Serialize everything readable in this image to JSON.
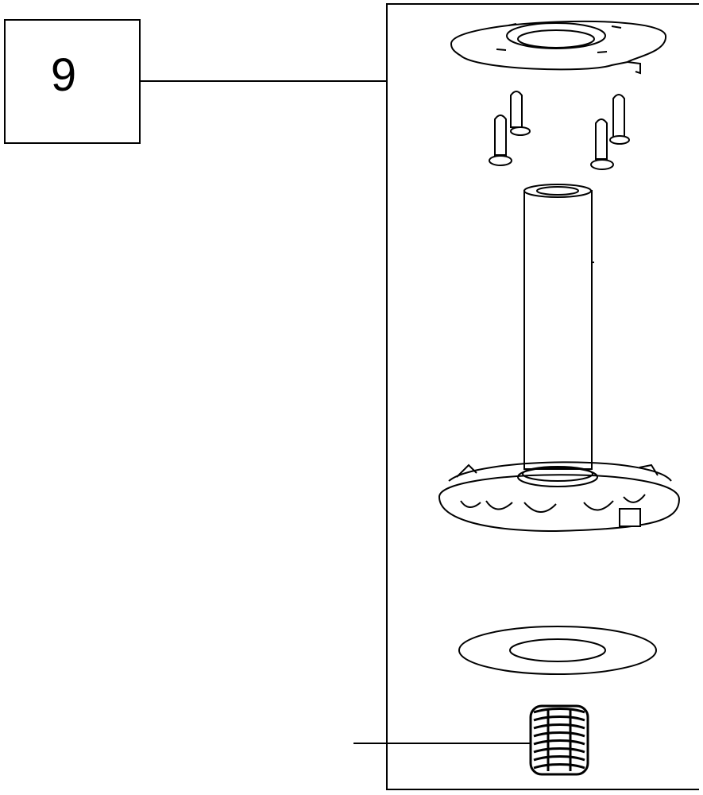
{
  "callout": {
    "label": "9"
  },
  "colors": {
    "line": "#000000",
    "background": "#ffffff"
  },
  "parts": [
    "upper-flange-disc",
    "screw",
    "screw",
    "screw",
    "screw",
    "vertical-tube",
    "base-bearing-ring",
    "flat-washer",
    "coil-spring"
  ]
}
